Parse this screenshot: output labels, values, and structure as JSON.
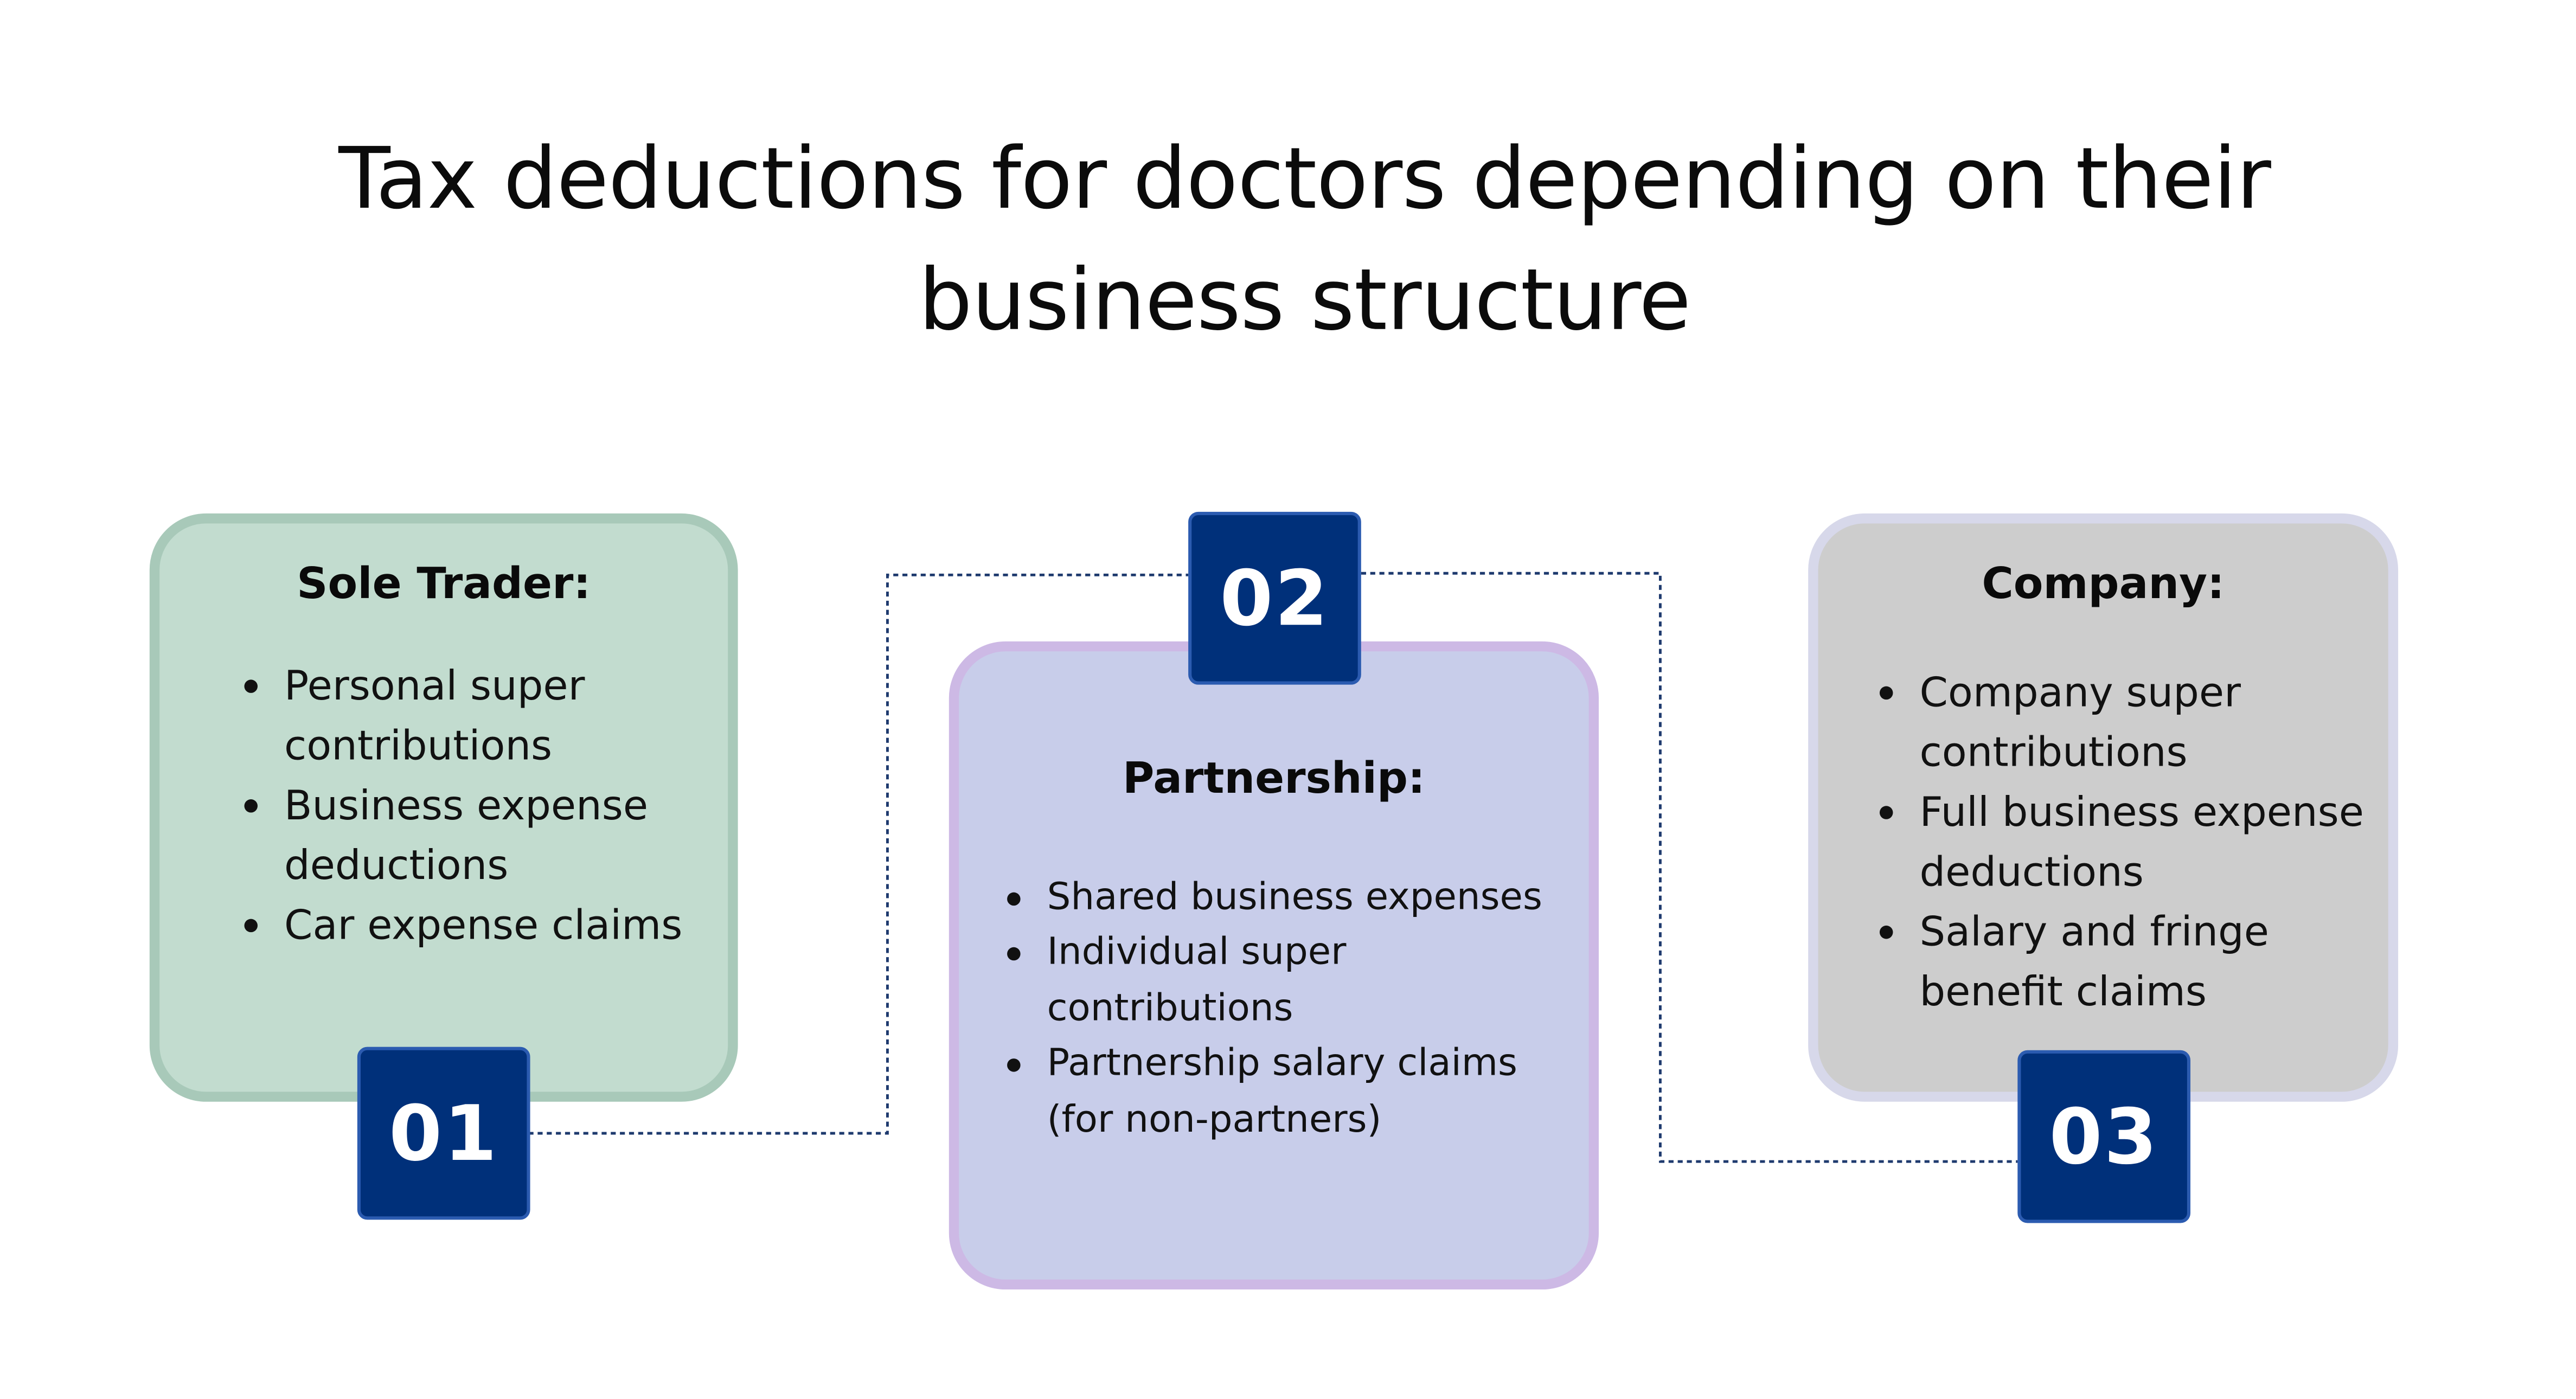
{
  "title": "Tax deductions for doctors depending on their business structure",
  "colors": {
    "badge": "#00307a",
    "connector": "#1e3a6e",
    "sole_trader_fill": "#c2dccf",
    "partnership_fill": "#c8cdea",
    "company_fill": "#cdcdcd"
  },
  "steps": [
    {
      "number": "01",
      "heading": "Sole Trader:",
      "items": [
        "Personal super contributions",
        "Business expense deductions",
        "Car expense claims"
      ]
    },
    {
      "number": "02",
      "heading": "Partnership:",
      "items": [
        "Shared business expenses",
        "Individual super contributions",
        "Partnership salary claims (for non-partners)"
      ]
    },
    {
      "number": "03",
      "heading": "Company:",
      "items": [
        "Company super contributions",
        "Full business expense deductions",
        "Salary and fringe benefit claims"
      ]
    }
  ]
}
